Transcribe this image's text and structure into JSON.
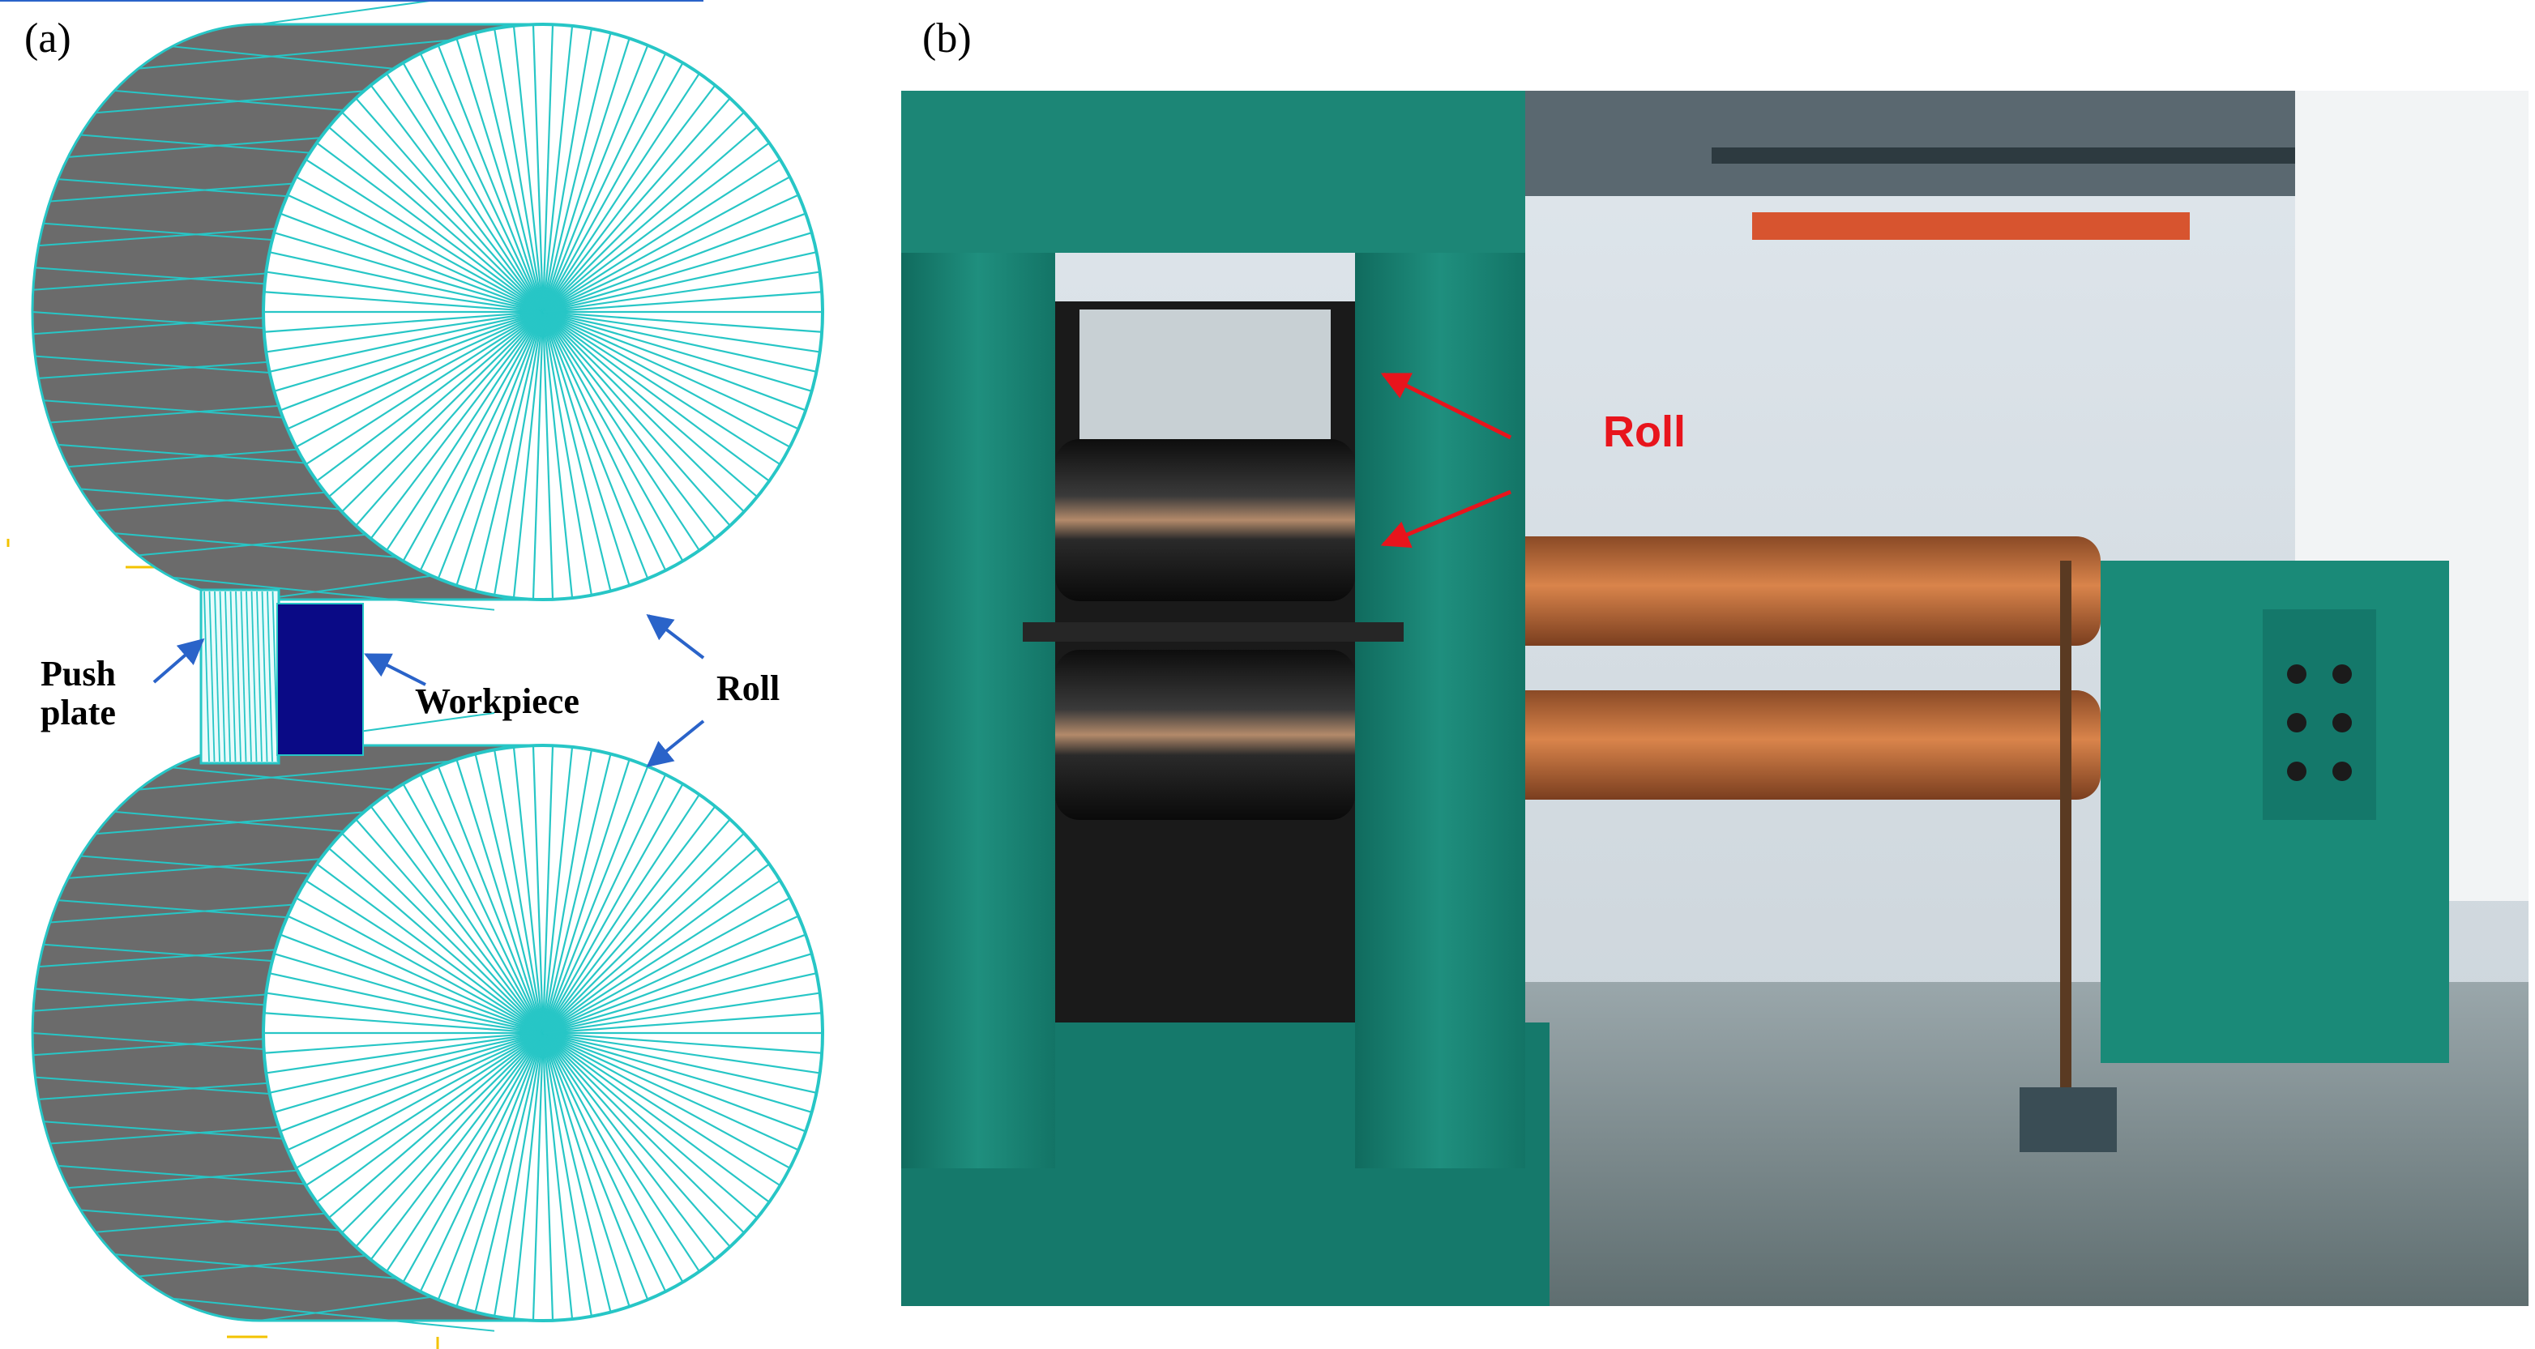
{
  "panel_a": {
    "label": "(a)",
    "callouts": {
      "push_plate_line1": "Push",
      "push_plate_line2": "plate",
      "workpiece": "Workpiece",
      "roll": "Roll"
    },
    "colors": {
      "mesh_line": "#27c6c6",
      "roll_side": "#6b6b6b",
      "workpiece": "#0a0a86",
      "arrow": "#2a63c9",
      "guide_mark": "#f3c300"
    }
  },
  "panel_b": {
    "label": "(b)",
    "annotation": "Roll",
    "colors": {
      "annotation": "#e8141c",
      "mill_frame": "#1f8f7e",
      "roll_body": "#1c1c1c",
      "spindle": "#c9733e"
    }
  }
}
